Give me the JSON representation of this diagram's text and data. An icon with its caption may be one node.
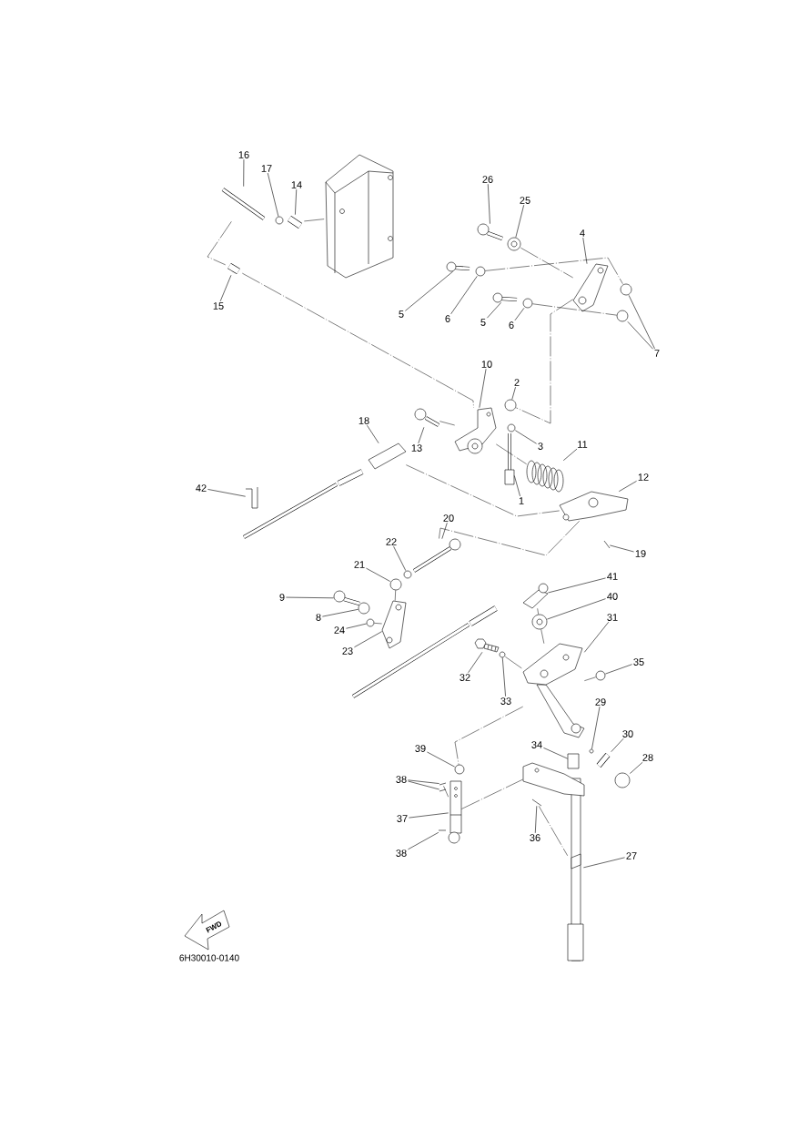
{
  "diagram": {
    "nodes": [
      {
        "text": [
          "16"
        ]
      },
      {
        "text": [
          "17"
        ]
      },
      {
        "text": [
          "14"
        ]
      },
      {
        "text": [
          "26"
        ]
      },
      {
        "text": [
          "25"
        ]
      },
      {
        "text": [
          "4"
        ]
      },
      {
        "text": [
          "15"
        ]
      },
      {
        "text": [
          "5"
        ]
      },
      {
        "text": [
          "6"
        ]
      },
      {
        "text": [
          "5"
        ]
      },
      {
        "text": [
          "6"
        ]
      },
      {
        "text": [
          "7"
        ]
      },
      {
        "text": [
          "10"
        ]
      },
      {
        "text": [
          "2"
        ]
      },
      {
        "text": [
          "18"
        ]
      },
      {
        "text": [
          "13"
        ]
      },
      {
        "text": [
          "3"
        ]
      },
      {
        "text": [
          "11"
        ]
      },
      {
        "text": [
          "42"
        ]
      },
      {
        "text": [
          "1"
        ]
      },
      {
        "text": [
          "12"
        ]
      },
      {
        "text": [
          "20"
        ]
      },
      {
        "text": [
          "22"
        ]
      },
      {
        "text": [
          "19"
        ]
      },
      {
        "text": [
          "21"
        ]
      },
      {
        "text": [
          "9"
        ]
      },
      {
        "text": [
          "41"
        ]
      },
      {
        "text": [
          "40"
        ]
      },
      {
        "text": [
          "8"
        ]
      },
      {
        "text": [
          "24"
        ]
      },
      {
        "text": [
          "31"
        ]
      },
      {
        "text": [
          "23"
        ]
      },
      {
        "text": [
          "35"
        ]
      },
      {
        "text": [
          "32"
        ]
      },
      {
        "text": [
          "33"
        ]
      },
      {
        "text": [
          "29"
        ]
      },
      {
        "text": [
          "30"
        ]
      },
      {
        "text": [
          "39"
        ]
      },
      {
        "text": [
          "34"
        ]
      },
      {
        "text": [
          "28"
        ]
      },
      {
        "text": [
          "38"
        ]
      },
      {
        "text": [
          "37"
        ]
      },
      {
        "text": [
          "36"
        ]
      },
      {
        "text": [
          "38"
        ]
      },
      {
        "text": [
          "27"
        ]
      },
      {
        "text": [],
        "shape": "picture"
      },
      {
        "text": [],
        "shape": "circle"
      },
      {
        "text": [],
        "shape": "picture"
      },
      {
        "text": [],
        "shape": "picture"
      },
      {
        "text": [],
        "shape": "picture"
      },
      {
        "text": [],
        "shape": "picture"
      },
      {
        "text": [],
        "shape": "picture"
      },
      {
        "text": [],
        "shape": "picture"
      },
      {
        "text": [],
        "shape": "circle"
      },
      {
        "text": [],
        "shape": "picture"
      },
      {
        "text": [],
        "shape": "circle"
      },
      {
        "text": [],
        "shape": "circle"
      },
      {
        "text": [],
        "shape": "circle"
      },
      {
        "text": [],
        "shape": "picture"
      },
      {
        "text": [],
        "shape": "circle"
      },
      {
        "text": [],
        "shape": "picture"
      },
      {
        "text": [],
        "shape": "picture"
      },
      {
        "text": [],
        "shape": "circle"
      },
      {
        "text": [],
        "shape": "picture"
      },
      {
        "text": [],
        "shape": "picture"
      },
      {
        "text": [],
        "shape": "picture"
      },
      {
        "text": [],
        "shape": "picture"
      },
      {
        "text": [],
        "shape": "picture"
      },
      {
        "text": [],
        "shape": "circle"
      },
      {
        "text": [],
        "shape": "picture"
      },
      {
        "text": [],
        "shape": "circle"
      },
      {
        "text": [],
        "shape": "picture"
      },
      {
        "text": [],
        "shape": "picture"
      },
      {
        "text": [],
        "shape": "picture"
      },
      {
        "text": [],
        "shape": "circle"
      },
      {
        "text": [],
        "shape": "circle"
      },
      {
        "text": [],
        "shape": "picture"
      },
      {
        "text": [],
        "shape": "picture"
      },
      {
        "text": [],
        "shape": "circle"
      },
      {
        "text": [],
        "shape": "picture"
      },
      {
        "text": [],
        "shape": "circle"
      },
      {
        "text": [],
        "shape": "circle"
      },
      {
        "text": [],
        "shape": "picture"
      },
      {
        "text": [],
        "shape": "circle"
      },
      {
        "text": [],
        "shape": "box"
      },
      {
        "text": [],
        "shape": "circle"
      },
      {
        "text": [],
        "shape": "picture"
      },
      {
        "text": [],
        "shape": "picture"
      },
      {
        "text": [],
        "shape": "picture"
      },
      {
        "text": [],
        "shape": "picture"
      },
      {
        "text": [],
        "shape": "picture"
      },
      {
        "text": [],
        "shape": "picture"
      },
      {
        "text": [],
        "shape": "picture"
      },
      {
        "text": [],
        "shape": "picture"
      },
      {
        "text": [
          "FWD"
        ]
      }
    ],
    "edges": [
      {
        "from": 0,
        "to": 45,
        "arrow": "none"
      },
      {
        "from": 1,
        "to": 46,
        "arrow": "none"
      },
      {
        "from": 2,
        "to": 47,
        "arrow": "none"
      },
      {
        "from": 3,
        "to": 48,
        "arrow": "none"
      },
      {
        "from": 4,
        "to": 49,
        "arrow": "none"
      },
      {
        "from": 5,
        "to": 50,
        "arrow": "none"
      },
      {
        "from": 6,
        "to": 51,
        "arrow": "none"
      },
      {
        "from": 7,
        "to": 52,
        "arrow": "none"
      },
      {
        "from": 8,
        "to": 53,
        "arrow": "none"
      },
      {
        "from": 9,
        "to": 54,
        "arrow": "none"
      },
      {
        "from": 10,
        "to": 55,
        "arrow": "none"
      },
      {
        "from": 11,
        "to": 56,
        "arrow": "none"
      },
      {
        "from": 11,
        "to": 57,
        "arrow": "none"
      },
      {
        "from": 12,
        "to": 58,
        "arrow": "none"
      },
      {
        "from": 13,
        "to": 59,
        "arrow": "none"
      },
      {
        "from": 14,
        "to": 60,
        "arrow": "none"
      },
      {
        "from": 15,
        "to": 61,
        "arrow": "none"
      },
      {
        "from": 16,
        "to": 62,
        "arrow": "none"
      },
      {
        "from": 17,
        "to": 63,
        "arrow": "none"
      },
      {
        "from": 18,
        "to": 64,
        "arrow": "none"
      },
      {
        "from": 19,
        "to": 65,
        "arrow": "none"
      },
      {
        "from": 20,
        "to": 66,
        "arrow": "none"
      },
      {
        "from": 21,
        "to": 67,
        "arrow": "none"
      },
      {
        "from": 22,
        "to": 68,
        "arrow": "none"
      },
      {
        "from": 23,
        "to": 69,
        "arrow": "none"
      },
      {
        "from": 24,
        "to": 70,
        "arrow": "none"
      },
      {
        "from": 25,
        "to": 71,
        "arrow": "none"
      },
      {
        "from": 26,
        "to": 72,
        "arrow": "none"
      },
      {
        "from": 27,
        "to": 73,
        "arrow": "none"
      },
      {
        "from": 28,
        "to": 74,
        "arrow": "none"
      },
      {
        "from": 29,
        "to": 75,
        "arrow": "none"
      },
      {
        "from": 30,
        "to": 76,
        "arrow": "none"
      },
      {
        "from": 31,
        "to": 77,
        "arrow": "none"
      },
      {
        "from": 32,
        "to": 78,
        "arrow": "none"
      },
      {
        "from": 33,
        "to": 79,
        "arrow": "none"
      },
      {
        "from": 34,
        "to": 80,
        "arrow": "none"
      },
      {
        "from": 35,
        "to": 81,
        "arrow": "none"
      },
      {
        "from": 36,
        "to": 82,
        "arrow": "none"
      },
      {
        "from": 37,
        "to": 83,
        "arrow": "none"
      },
      {
        "from": 38,
        "to": 84,
        "arrow": "none"
      },
      {
        "from": 39,
        "to": 85,
        "arrow": "none"
      },
      {
        "from": 40,
        "to": 86,
        "arrow": "none"
      },
      {
        "from": 40,
        "to": 87,
        "arrow": "none"
      },
      {
        "from": 41,
        "to": 88,
        "arrow": "none"
      },
      {
        "from": 42,
        "to": 89,
        "arrow": "none"
      },
      {
        "from": 43,
        "to": 90,
        "arrow": "none"
      },
      {
        "from": 44,
        "to": 91,
        "arrow": "none"
      },
      {
        "from": 45,
        "to": 51,
        "arrow": "none",
        "style": "dashed"
      },
      {
        "from": 51,
        "to": 58,
        "arrow": "none",
        "style": "dashed"
      },
      {
        "from": 47,
        "to": 92,
        "arrow": "none",
        "style": "dashed"
      },
      {
        "from": 49,
        "to": 50,
        "arrow": "none",
        "style": "dashed"
      },
      {
        "from": 53,
        "to": 56,
        "arrow": "none",
        "style": "dashed"
      },
      {
        "from": 55,
        "to": 57,
        "arrow": "none",
        "style": "dashed"
      },
      {
        "from": 50,
        "to": 59,
        "arrow": "none",
        "style": "dashed"
      },
      {
        "from": 61,
        "to": 58,
        "arrow": "none",
        "style": "dashed"
      },
      {
        "from": 60,
        "to": 66,
        "arrow": "none",
        "style": "dashed"
      },
      {
        "from": 58,
        "to": 63,
        "arrow": "none",
        "style": "dashed"
      },
      {
        "from": 66,
        "to": 67,
        "arrow": "none",
        "style": "dashed"
      },
      {
        "from": 72,
        "to": 73,
        "arrow": "none",
        "style": "dashed"
      },
      {
        "from": 73,
        "to": 76,
        "arrow": "none",
        "style": "dashed"
      },
      {
        "from": 80,
        "to": 76,
        "arrow": "none",
        "style": "dashed"
      },
      {
        "from": 78,
        "to": 76,
        "arrow": "none",
        "style": "dashed"
      },
      {
        "from": 76,
        "to": 83,
        "arrow": "none",
        "style": "dashed"
      },
      {
        "from": 88,
        "to": 93,
        "arrow": "none",
        "style": "dashed"
      },
      {
        "from": 89,
        "to": 91,
        "arrow": "none",
        "style": "dashed"
      },
      {
        "from": 86,
        "to": 88,
        "arrow": "none",
        "style": "dashed"
      },
      {
        "from": 70,
        "to": 77,
        "arrow": "none",
        "style": "dashed"
      },
      {
        "from": 75,
        "to": 77,
        "arrow": "none",
        "style": "dashed"
      }
    ],
    "labels": [
      "6H30010-0140"
    ]
  }
}
